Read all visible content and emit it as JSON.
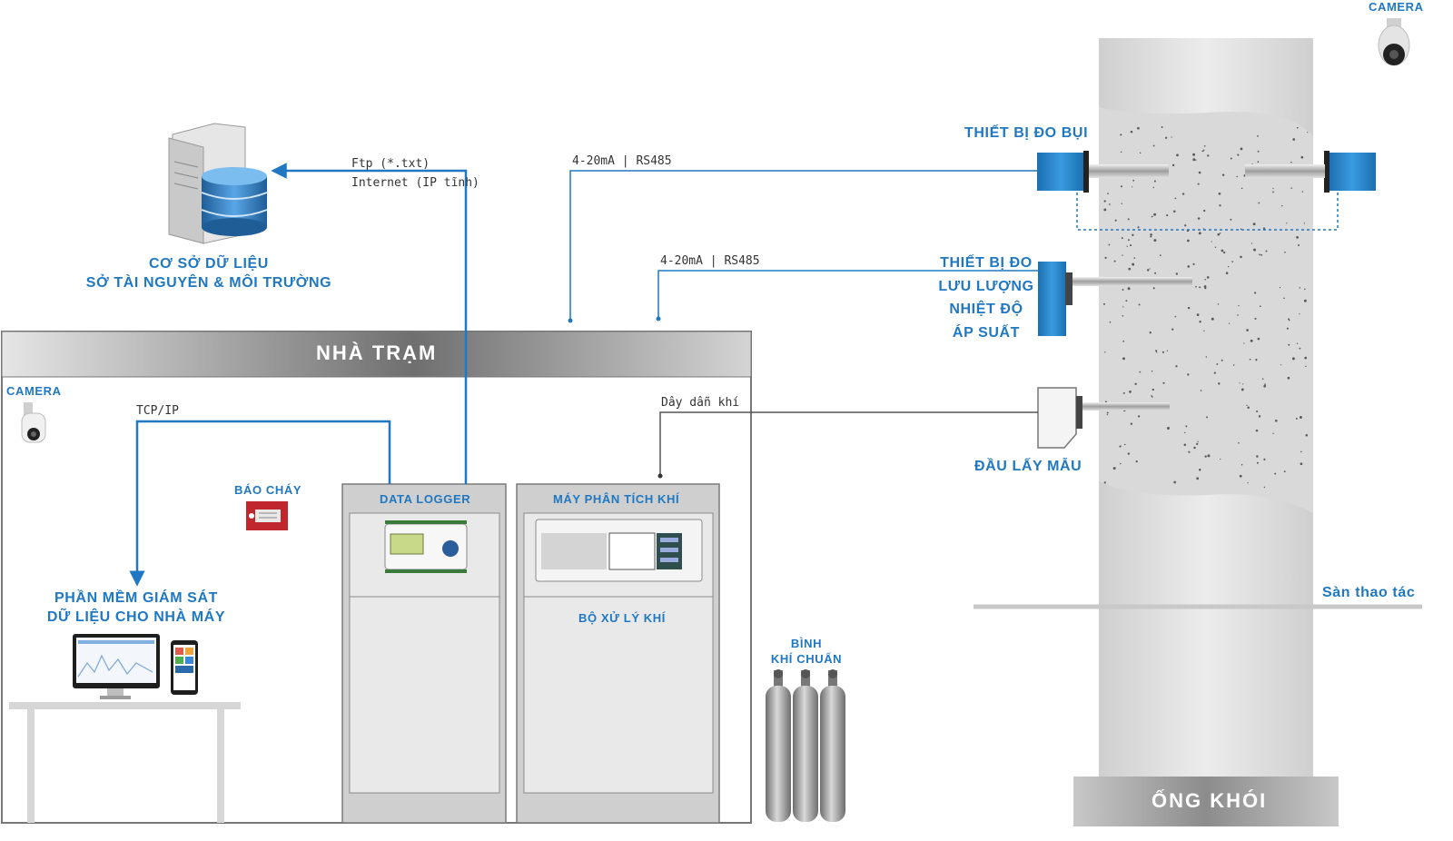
{
  "colors": {
    "accent": "#1f78c1",
    "line": "#1f78c1",
    "sample_line": "#555555",
    "alarm": "#c0272d"
  },
  "station": {
    "title": "NHÀ TRẠM",
    "camera_label": "CAMERA",
    "fire_alarm_label": "BÁO CHÁY",
    "data_logger_label": "DATA LOGGER",
    "gas_analyzer_label": "MÁY PHÂN TÍCH KHÍ",
    "gas_processor_label": "BỘ XỬ LÝ KHÍ",
    "calibration_gas_label": [
      "BÌNH",
      "KHÍ CHUẨN"
    ]
  },
  "database": {
    "label_line1": "CƠ SỞ DỮ LIỆU",
    "label_line2": "SỞ TÀI NGUYÊN & MÔI TRƯỜNG"
  },
  "software": {
    "label_line1": "PHẦN MỀM GIÁM SÁT",
    "label_line2": "DỮ LIỆU CHO NHÀ MÁY"
  },
  "links": {
    "ftp_line1": "Ftp (*.txt)",
    "ftp_line2": "Internet (IP tĩnh)",
    "tcp": "TCP/IP",
    "dust_signal": "4-20mA | RS485",
    "flow_signal": "4-20mA | RS485",
    "sample_tube": "Dây dẫn khí"
  },
  "stack": {
    "title": "ỐNG KHÓI",
    "camera_label": "CAMERA",
    "dust_meter_label": "THIẾT BỊ ĐO BỤI",
    "flow_meter_lines": [
      "THIẾT BỊ ĐO",
      "LƯU LƯỢNG",
      "NHIỆT ĐỘ",
      "ÁP SUẤT"
    ],
    "sampling_probe_label": "ĐẦU LẤY MẪU",
    "platform_label": "Sàn thao tác"
  },
  "icons": [
    "server-icon",
    "database-icon",
    "camera-icon",
    "ptz-camera-icon",
    "fire-alarm-icon",
    "data-logger-device-icon",
    "gas-analyzer-device-icon",
    "monitor-icon",
    "phone-icon",
    "gas-cylinder-icon",
    "dust-sensor-icon",
    "flow-sensor-icon",
    "sampling-probe-icon"
  ]
}
